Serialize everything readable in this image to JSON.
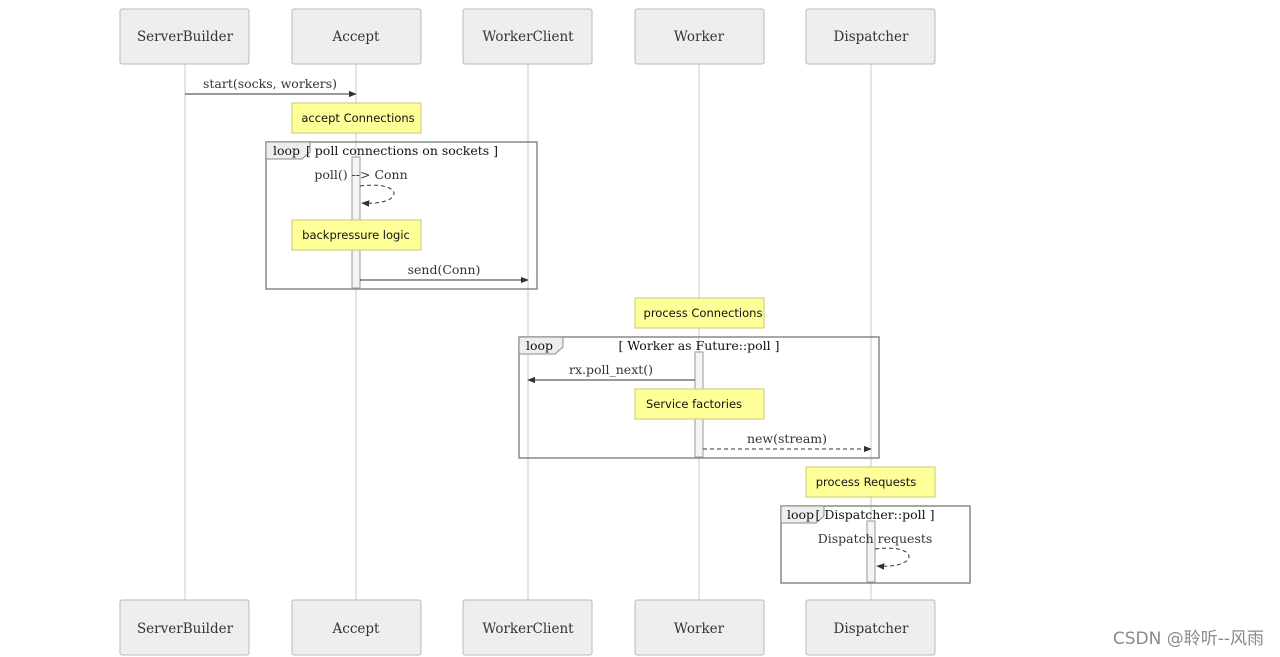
{
  "diagram": {
    "actors": [
      {
        "id": "serverbuilder",
        "label": "ServerBuilder"
      },
      {
        "id": "accept",
        "label": "Accept"
      },
      {
        "id": "workerclient",
        "label": "WorkerClient"
      },
      {
        "id": "worker",
        "label": "Worker"
      },
      {
        "id": "dispatcher",
        "label": "Dispatcher"
      }
    ],
    "messages": {
      "start": "start(socks, workers)",
      "poll_conn": "poll() --> Conn",
      "send_conn": "send(Conn)",
      "rx_poll_next": "rx.poll_next()",
      "new_stream": "new(stream)",
      "dispatch_requests": "Dispatch requests"
    },
    "notes": {
      "accept_connections": "accept Connections",
      "backpressure_logic": "backpressure logic",
      "process_connections": "process Connections",
      "service_factories": "Service factories",
      "process_requests": "process Requests"
    },
    "loops": {
      "label": "loop",
      "accept_loop": "[ poll connections on sockets ]",
      "worker_loop": "[ Worker as Future::poll ]",
      "dispatcher_loop": "[ Dispatcher::poll ]"
    }
  },
  "watermark": "CSDN @聆听--风雨"
}
